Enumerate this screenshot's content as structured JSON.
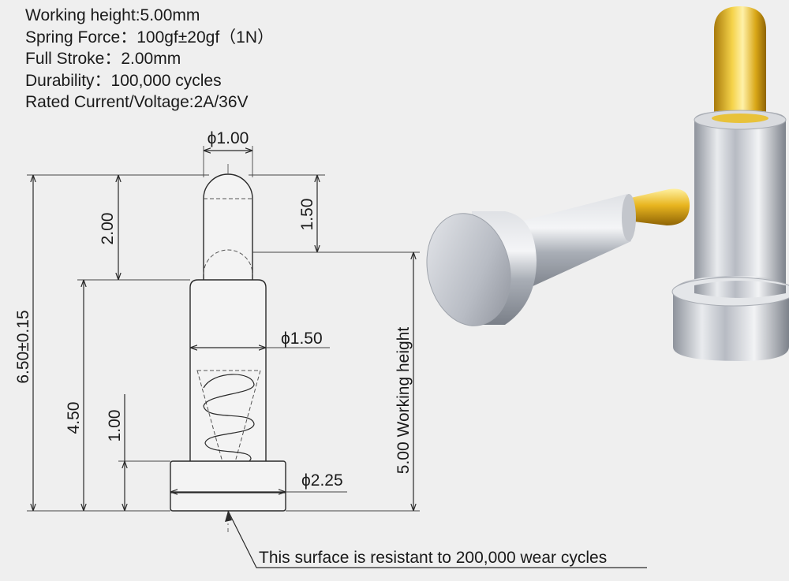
{
  "specs": [
    "Working height:5.00mm",
    "Spring Force：100gf±20gf（1N）",
    "Full Stroke：2.00mm",
    "Durability：100,000 cycles",
    "Rated Current/Voltage:2A/36V"
  ],
  "dimensions": {
    "tip_diameter": "ϕ1.00",
    "stroke": "2.00",
    "plunger_exposed": "1.50",
    "total_length": "6.50±0.15",
    "barrel_length": "4.50",
    "flange_height": "1.00",
    "barrel_diameter": "ϕ1.50",
    "flange_diameter": "ϕ2.25",
    "working_height": "5.00 Working height"
  },
  "note": "This surface is resistant to 200,000 wear cycles",
  "colors": {
    "background": "#efefef",
    "gold": "#e3b61c",
    "silver": "#c9ccd2"
  }
}
